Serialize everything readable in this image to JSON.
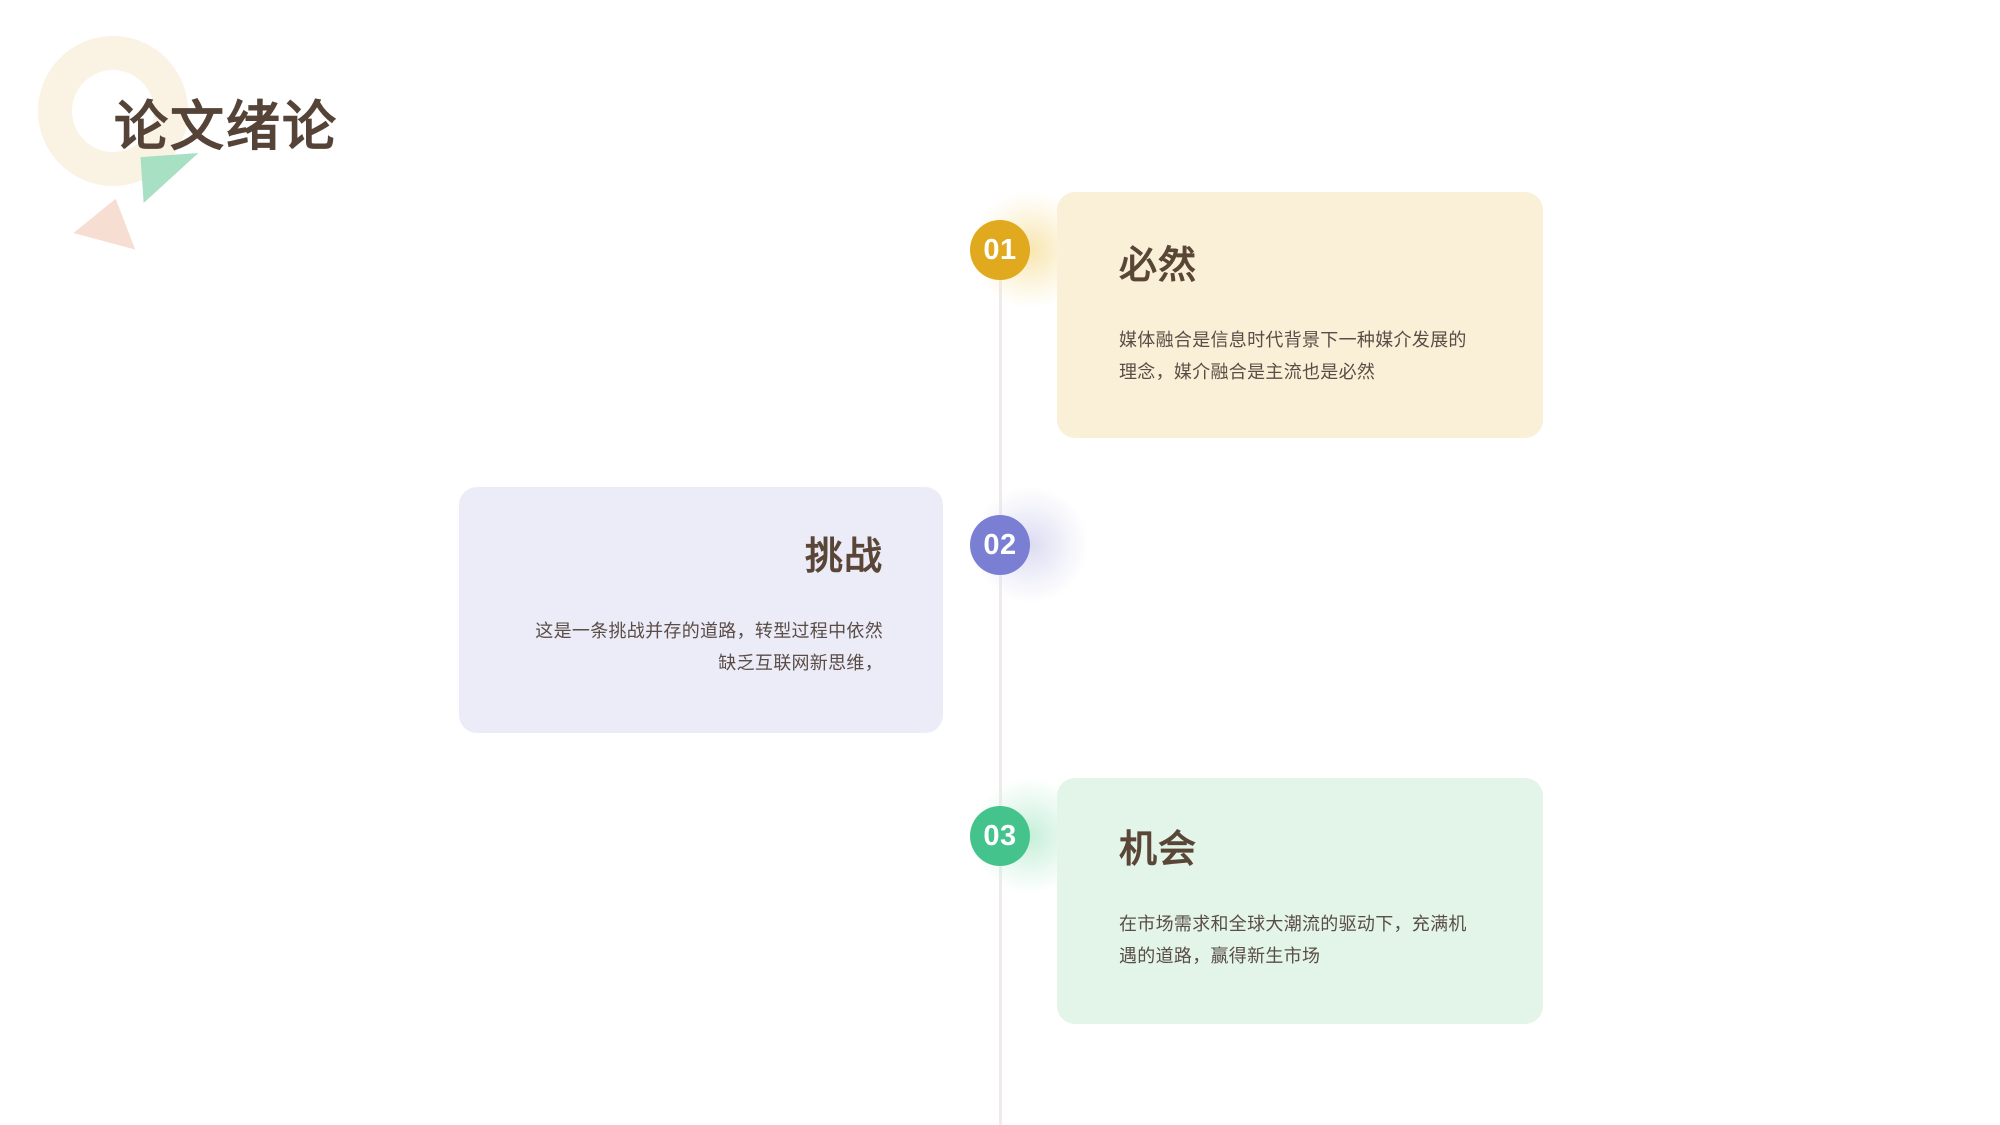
{
  "slide": {
    "title": "论文绪论",
    "background_color": "#FFFFFF",
    "title_color": "#554338"
  },
  "decorations": {
    "ring": {
      "name": "ring-shape",
      "color": "#FAF2E2"
    },
    "triangle_mint": {
      "name": "mint-triangle-shape",
      "color": "#A8E0C4"
    },
    "triangle_pink": {
      "name": "pink-triangle-shape",
      "color": "#F7DED2"
    }
  },
  "timeline": {
    "axis_color": "#EFEBEA",
    "items": [
      {
        "number": "01",
        "badge_color": "#E0A91E",
        "glow_color": "#F8E6B0",
        "card_color": "#FAF0D8",
        "side": "right",
        "title": "必然",
        "body": "媒体融合是信息时代背景下一种媒介发展的理念，媒介融合是主流也是必然"
      },
      {
        "number": "02",
        "badge_color": "#7B7FD4",
        "glow_color": "#DCDCF2",
        "card_color": "#ECEBF8",
        "side": "left",
        "title": "挑战",
        "body": "这是一条挑战并存的道路，转型过程中依然缺乏互联网新思维，"
      },
      {
        "number": "03",
        "badge_color": "#44C48C",
        "glow_color": "#C6EFD9",
        "card_color": "#E3F5E9",
        "side": "right",
        "title": "机会",
        "body": "在市场需求和全球大潮流的驱动下，充满机遇的道路，赢得新生市场"
      }
    ]
  }
}
